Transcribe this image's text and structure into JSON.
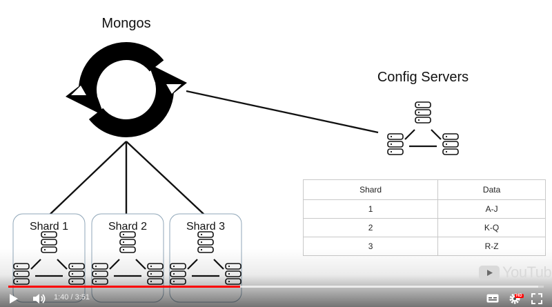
{
  "diagram": {
    "mongos_label": "Mongos",
    "config_label": "Config Servers",
    "shards": [
      {
        "label": "Shard 1"
      },
      {
        "label": "Shard 2"
      },
      {
        "label": "Shard 3"
      }
    ]
  },
  "table": {
    "headers": [
      "Shard",
      "Data"
    ],
    "rows": [
      [
        "1",
        "A-J"
      ],
      [
        "2",
        "K-Q"
      ],
      [
        "3",
        "R-Z"
      ]
    ]
  },
  "player": {
    "time": "1:40 / 3:51",
    "progress_fraction": 0.4329,
    "buffered_fraction": 0.99,
    "brand": "YouTube",
    "hd_badge": "HD",
    "play_icon": "play-icon",
    "volume_icon": "volume-icon",
    "subtitles_icon": "subtitles-icon",
    "settings_icon": "settings-gear-icon",
    "fullscreen_icon": "fullscreen-icon",
    "accent_color": "#ff0000"
  }
}
